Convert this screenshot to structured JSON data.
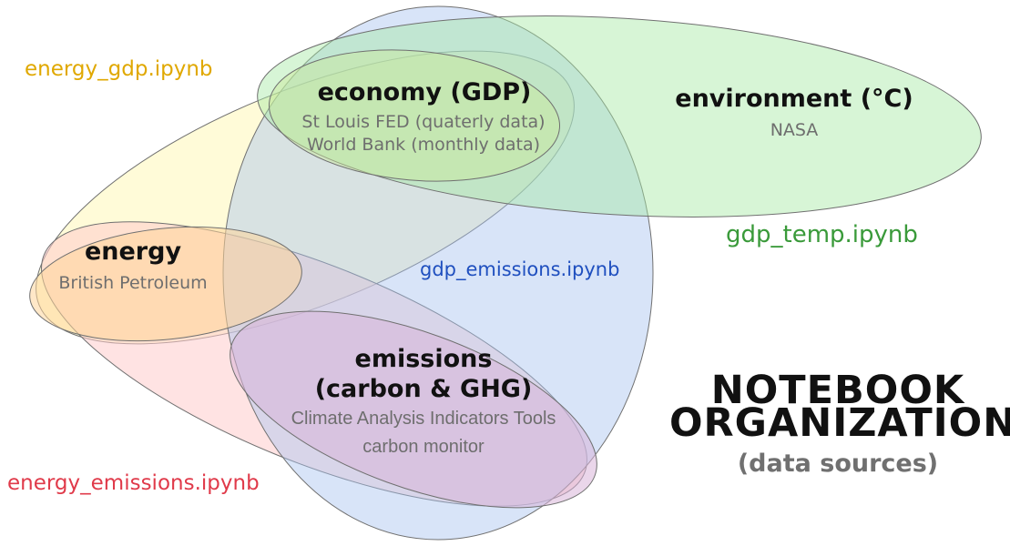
{
  "sets": {
    "economy": {
      "heading": "economy (GDP)",
      "sources": [
        "St Louis FED (quaterly data)",
        "World Bank (monthly data)"
      ]
    },
    "environment": {
      "heading": "environment (°C)",
      "sources": [
        "NASA"
      ]
    },
    "energy": {
      "heading": "energy",
      "sources": [
        "British Petroleum"
      ]
    },
    "emissions": {
      "heading_lines": [
        "emissions",
        "(carbon & GHG)"
      ],
      "sources": [
        "Climate Analysis Indicators Tools",
        "carbon monitor"
      ]
    }
  },
  "notebooks": {
    "energy_gdp": {
      "label": "energy_gdp.ipynb",
      "color": "#e0a800"
    },
    "gdp_temp": {
      "label": "gdp_temp.ipynb",
      "color": "#3a9a3a"
    },
    "gdp_emissions": {
      "label": "gdp_emissions.ipynb",
      "color": "#1f4fbf"
    },
    "energy_emissions": {
      "label": "energy_emissions.ipynb",
      "color": "#e03a4a"
    }
  },
  "title": {
    "lines": [
      "NOTEBOOK",
      "ORGANIZATION"
    ],
    "subtitle": "(data sources)"
  },
  "colors": {
    "yellow_fill": "#fff7b8",
    "pink_fill": "#ffcccc",
    "blue_fill": "#a9c4f0",
    "green_fill": "#a7e8a5",
    "outline": "#707070"
  }
}
